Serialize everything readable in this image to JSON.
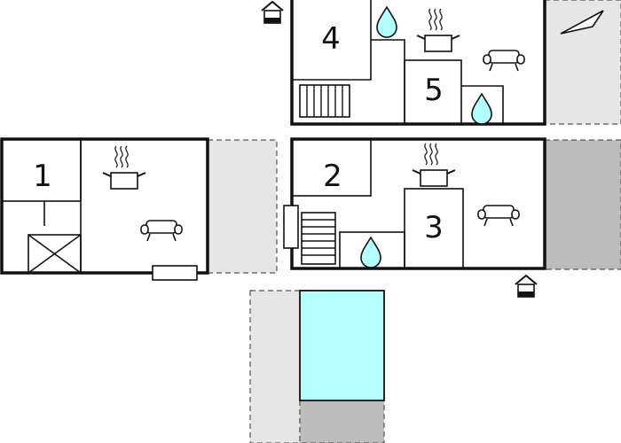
{
  "colors": {
    "wall": "#111111",
    "terrace_light": "#e6e6e6",
    "terrace_dark": "#bcbcbc",
    "pool": "#b3ffff",
    "water_drop": "#b3ffff"
  },
  "rooms": [
    {
      "label": "1"
    },
    {
      "label": "2"
    },
    {
      "label": "3"
    },
    {
      "label": "4"
    },
    {
      "label": "5"
    }
  ],
  "icons": [
    "house-entrance-icon",
    "water-drop-icon",
    "kitchen-pot-icon",
    "sofa-icon",
    "stairs-icon",
    "radiator-icon",
    "triangle-icon"
  ]
}
